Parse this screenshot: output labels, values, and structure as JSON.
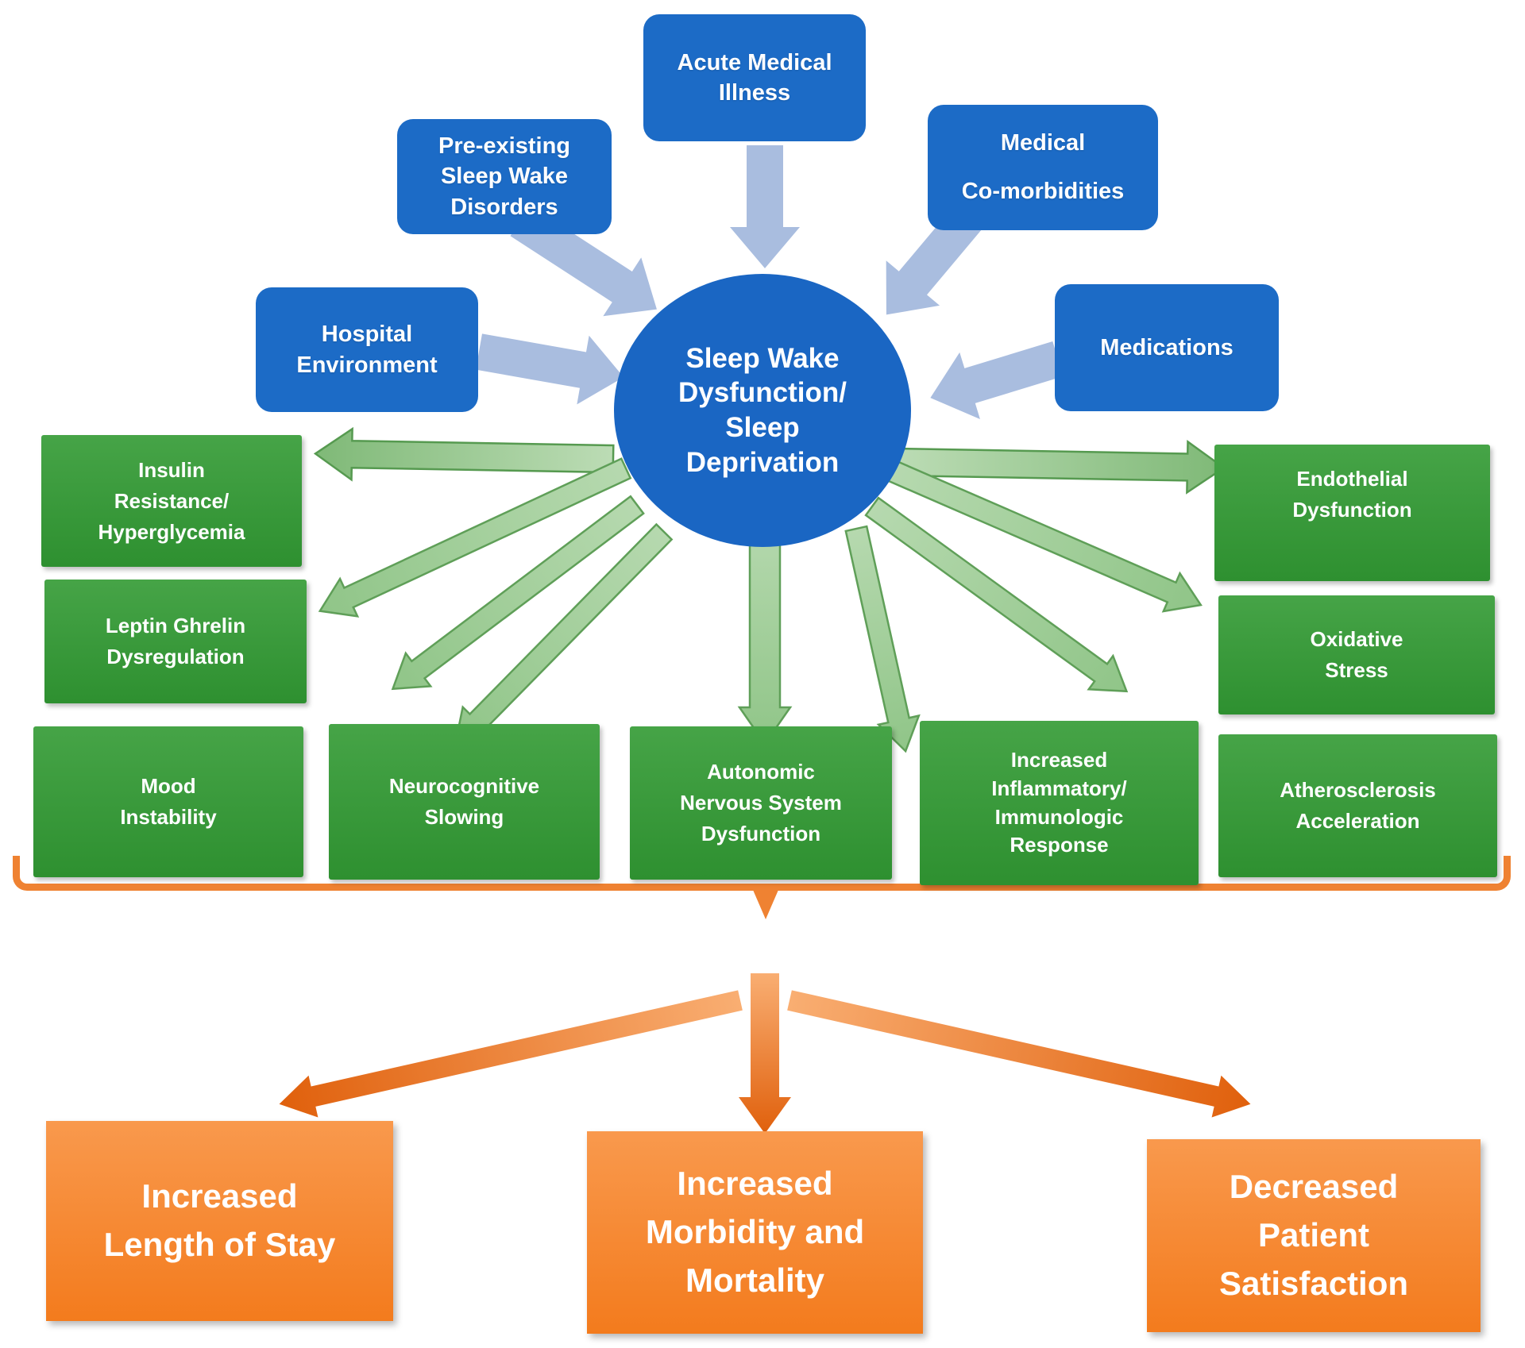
{
  "title": "Sleep wake dysfunction in hospitalized patients: causes and consequences diagram",
  "center_node": {
    "label": "Sleep Wake\nDysfunction/\nSleep\nDeprivation"
  },
  "causes": {
    "acute_medical_illness": "Acute Medical\nIllness",
    "pre_existing": "Pre-existing\nSleep Wake\nDisorders",
    "comorbidities": "Medical\nCo-morbidities",
    "hospital_environment": "Hospital\nEnvironment",
    "medications": "Medications"
  },
  "consequences": {
    "insulin": "Insulin\nResistance/\nHyperglycemia",
    "leptin": "Leptin Ghrelin\nDysregulation",
    "mood": "Mood\nInstability",
    "neurocognitive": "Neurocognitive\nSlowing",
    "autonomic": "Autonomic\nNervous System\nDysfunction",
    "inflammatory": "Increased\nInflammatory/\nImmunologic\nResponse",
    "endothelial": "Endothelial\nDysfunction",
    "oxidative": "Oxidative\nStress",
    "atherosclerosis": "Atherosclerosis\nAcceleration"
  },
  "outcomes": {
    "length_of_stay": "Increased\nLength of Stay",
    "morbidity_mortality": "Increased\nMorbidity and\nMortality",
    "patient_satisfaction": "Decreased\nPatient\nSatisfaction"
  },
  "colors": {
    "cause_box_blue": "#1c6bc6",
    "center_circle_blue": "#1a66c3",
    "cause_arrow_blue": "#a9bddf",
    "consequence_green_top": "#46a447",
    "consequence_green_bottom": "#2e9030",
    "consequence_arrow_border": "#5f9f58",
    "outcome_orange_top": "#f9994d",
    "outcome_orange_bottom": "#f37b1d",
    "outcome_accent_orange": "#ef8232",
    "text": "#ffffff",
    "background": "#ffffff"
  }
}
